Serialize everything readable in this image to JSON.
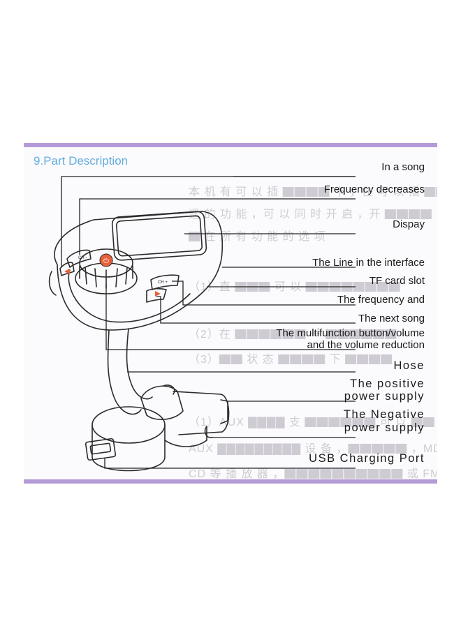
{
  "heading": "9.Part Description",
  "labels": {
    "in_a_song": "In a song",
    "frequency_decreases": "Frequency decreases",
    "display": "Dispay",
    "line_interface": "The Line in the interface",
    "tf_slot": "TF card slot",
    "frequency_and": "The frequency and",
    "next_song": "The next song",
    "multifunction_1": "The multifunction button/volume",
    "multifunction_2": "and the volume reduction",
    "hose": "Hose",
    "positive_1": "The positive",
    "positive_2": "power supply",
    "negative_1": "The Negative",
    "negative_2": "power supply",
    "usb_port": "USB Charging Port"
  },
  "device_text": {
    "ch_minus": "CH -",
    "ch_plus": "CH +"
  },
  "colors": {
    "border": "#b59ad8",
    "heading": "#63aee0",
    "knob_center": "#e8603a"
  }
}
